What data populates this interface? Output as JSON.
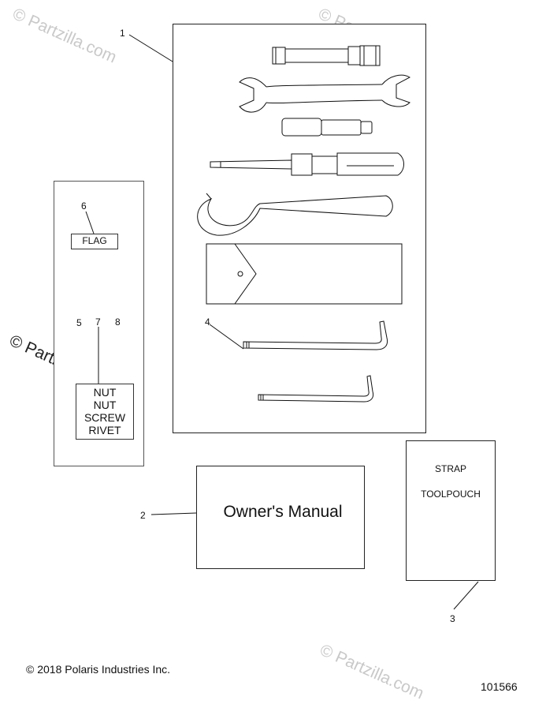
{
  "callouts": {
    "c1": "1",
    "c2": "2",
    "c3": "3",
    "c4": "4",
    "c5": "5",
    "c6": "6",
    "c7": "7",
    "c8": "8"
  },
  "labels": {
    "flag": "FLAG",
    "nut1": "NUT",
    "nut2": "NUT",
    "screw": "SCREW",
    "rivet": "RIVET",
    "owners_manual": "Owner's Manual",
    "strap": "STRAP",
    "toolpouch": "TOOLPOUCH"
  },
  "footer": {
    "copyright": "© 2018 Polaris Industries Inc.",
    "diagram_number": "101566"
  },
  "watermark": {
    "text": "© Partzilla.com"
  }
}
